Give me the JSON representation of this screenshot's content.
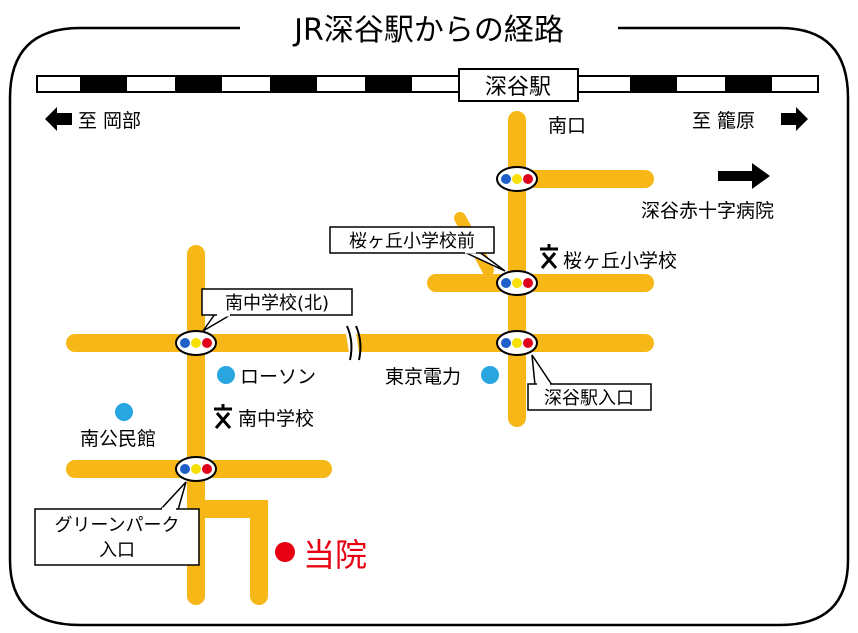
{
  "title": "JR深谷駅からの経路",
  "station": {
    "name": "深谷駅",
    "exit": "南口"
  },
  "directions": {
    "left": "至 岡部",
    "right": "至 籠原",
    "hospital": "深谷赤十字病院"
  },
  "callouts": {
    "sakuragaoka_mae": "桜ヶ丘小学校前",
    "minami_chu_kita": "南中学校(北)",
    "fukaya_eki_iriguchi": "深谷駅入口",
    "green_park_line1": "グリーンパーク",
    "green_park_line2": "入口"
  },
  "landmarks": {
    "sakuragaoka_school": "桜ヶ丘小学校",
    "lawson": "ローソン",
    "tepco": "東京電力",
    "minami_chu_school": "南中学校",
    "minami_kominkan": "南公民館",
    "clinic": "当院"
  },
  "colors": {
    "road": "#F7B817",
    "marker": "#29A6E0",
    "clinic": "#E60012",
    "signal_blue": "#1E5FC8",
    "signal_yellow": "#F5E000",
    "signal_red": "#E0001B"
  }
}
